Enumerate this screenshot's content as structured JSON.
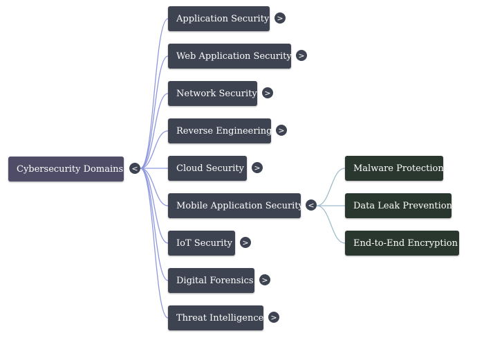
{
  "root": {
    "label": "Cybersecurity Domains",
    "toggle": "<"
  },
  "domains": [
    {
      "label": "Application Security",
      "toggle": ">"
    },
    {
      "label": "Web Application Security",
      "toggle": ">"
    },
    {
      "label": "Network Security",
      "toggle": ">"
    },
    {
      "label": "Reverse Engineering",
      "toggle": ">"
    },
    {
      "label": "Cloud Security",
      "toggle": ">"
    },
    {
      "label": "Mobile Application Security",
      "toggle": "<"
    },
    {
      "label": "IoT Security",
      "toggle": ">"
    },
    {
      "label": "Digital Forensics",
      "toggle": ">"
    },
    {
      "label": "Threat Intelligence",
      "toggle": ">"
    }
  ],
  "mobile_children": [
    {
      "label": "Malware Protection"
    },
    {
      "label": "Data Leak Prevention"
    },
    {
      "label": "End-to-End Encryption"
    }
  ],
  "colors": {
    "root_node": "#4e4c67",
    "domain_node": "#3d4350",
    "leaf_node": "#29372f",
    "root_links": "#8f98de",
    "mobile_links": "#9fbccd"
  }
}
